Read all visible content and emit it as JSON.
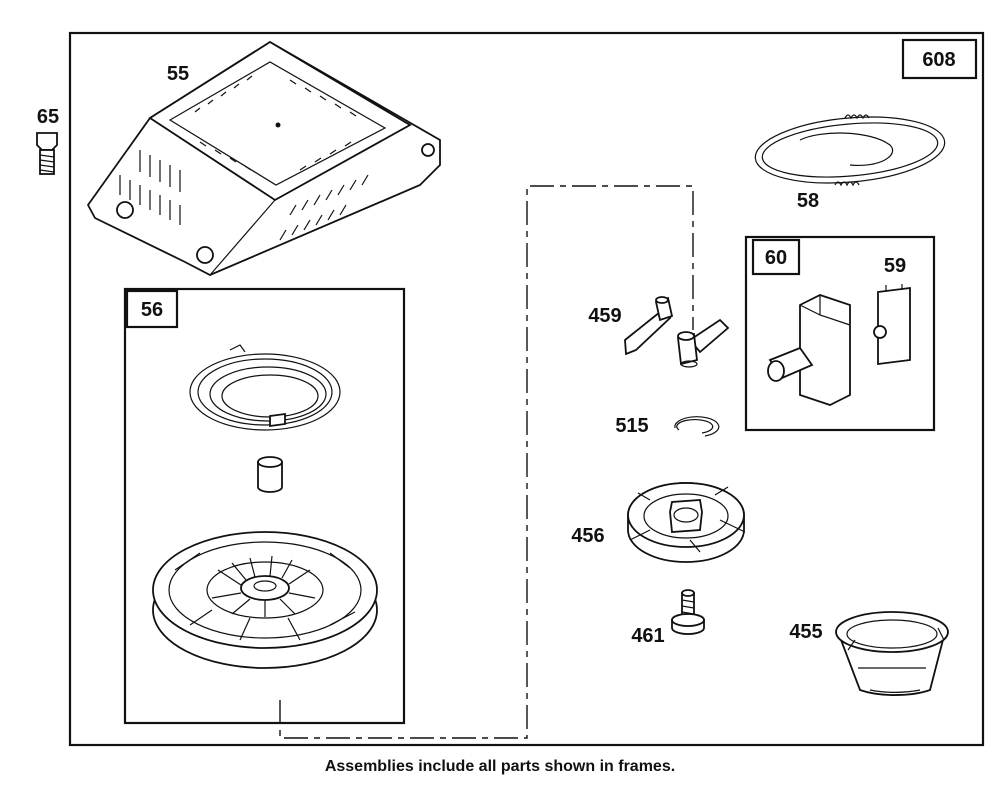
{
  "diagram": {
    "frames": {
      "outer": "608",
      "recoil_starter": "56",
      "fuel_filter": "60"
    },
    "parts": {
      "p65": "65",
      "p55": "55",
      "p58": "58",
      "p59": "59",
      "p459": "459",
      "p515": "515",
      "p456": "456",
      "p461": "461",
      "p455": "455"
    },
    "caption": "Assemblies include all parts shown in frames."
  }
}
